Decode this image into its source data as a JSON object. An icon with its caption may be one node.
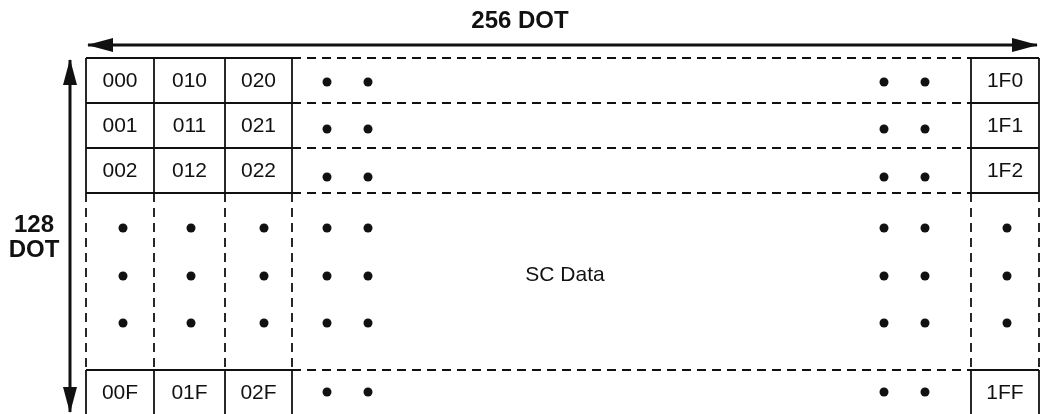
{
  "diagram": {
    "labels": [
      "256 DOT",
      "128 DOT",
      "000",
      "010",
      "020",
      "1F0",
      "001",
      "011",
      "021",
      "1F1",
      "002",
      "012",
      "022",
      "1F2",
      "SC Data",
      "00F",
      "01F",
      "02F",
      "1FF"
    ]
  }
}
